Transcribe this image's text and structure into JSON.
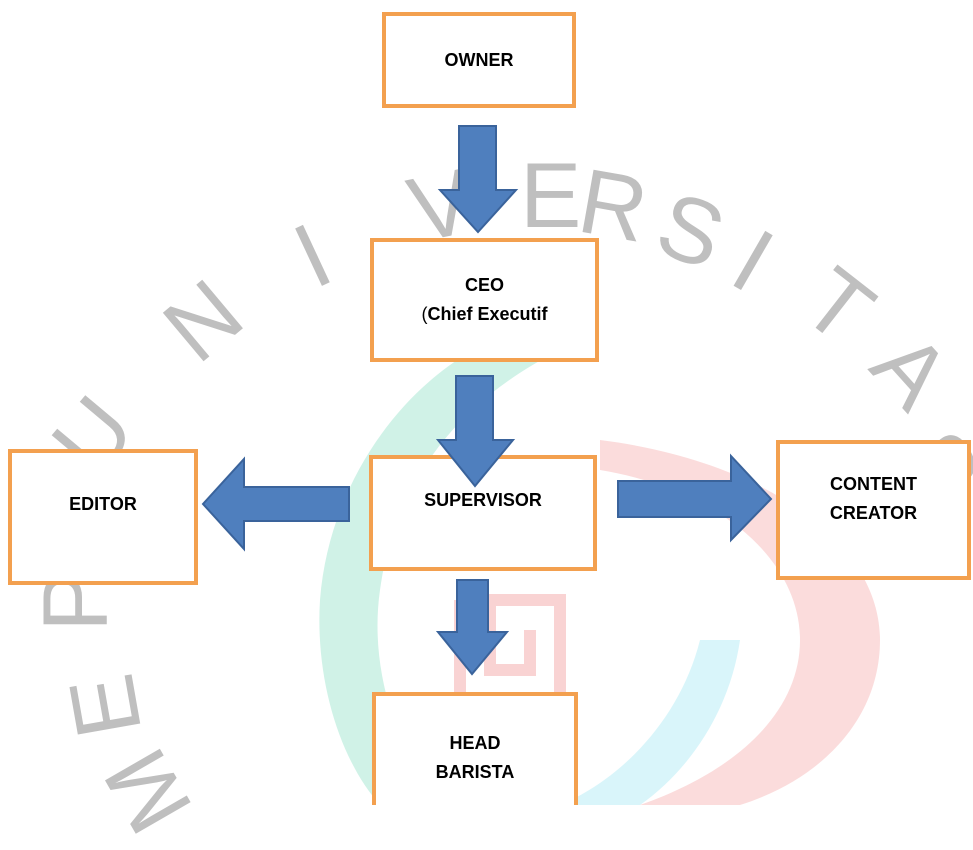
{
  "watermark": {
    "letters": [
      "U",
      "N",
      "I",
      "V",
      "E",
      "R",
      "S",
      "I",
      "T",
      "A",
      "S",
      "P",
      "E",
      "M"
    ],
    "colors": {
      "teal": "#a9e8d3",
      "red": "#f7c0c0",
      "cyan": "#bfeef7",
      "letter": "#bfbfbf"
    }
  },
  "diagram": {
    "colors": {
      "box_border": "#f3a04f",
      "arrow_fill": "#4f7fbe",
      "arrow_stroke": "#3a639b"
    },
    "nodes": {
      "owner": {
        "lines": [
          "OWNER"
        ]
      },
      "ceo": {
        "line1": "CEO",
        "paren": "(",
        "line2": "Chief Executif"
      },
      "supervisor": {
        "lines": [
          "SUPERVISOR"
        ]
      },
      "editor": {
        "lines": [
          "EDITOR"
        ]
      },
      "content_creator": {
        "lines": [
          "CONTENT",
          "CREATOR"
        ]
      },
      "head_barista": {
        "lines": [
          "HEAD",
          "BARISTA"
        ]
      }
    },
    "edges": [
      {
        "from": "owner",
        "to": "ceo",
        "direction": "down"
      },
      {
        "from": "ceo",
        "to": "supervisor",
        "direction": "down"
      },
      {
        "from": "supervisor",
        "to": "editor",
        "direction": "left"
      },
      {
        "from": "supervisor",
        "to": "content_creator",
        "direction": "right"
      },
      {
        "from": "supervisor",
        "to": "head_barista",
        "direction": "down"
      }
    ]
  }
}
